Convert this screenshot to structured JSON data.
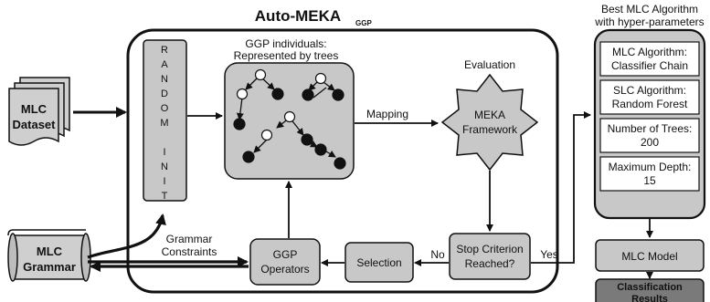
{
  "title": {
    "main": "Auto-MEKA",
    "subscript": "GGP"
  },
  "dataset": {
    "line1": "MLC",
    "line2": "Dataset"
  },
  "grammar": {
    "line1": "MLC",
    "line2": "Grammar"
  },
  "random_init": [
    "R",
    "A",
    "N",
    "D",
    "O",
    "M",
    "",
    "I",
    "N",
    "I",
    "T"
  ],
  "individuals": {
    "line1": "GGP individuals:",
    "line2": "Represented by trees"
  },
  "mapping_label": "Mapping",
  "evaluation_label": "Evaluation",
  "meka": {
    "line1": "MEKA",
    "line2": "Framework"
  },
  "stop": {
    "line1": "Stop Criterion",
    "line2": "Reached?"
  },
  "no_label": "No",
  "yes_label": "Yes",
  "selection": "Selection",
  "ggp_ops": {
    "line1": "GGP",
    "line2": "Operators"
  },
  "grammar_constraints": {
    "line1": "Grammar",
    "line2": "Constraints"
  },
  "best": {
    "line1": "Best MLC Algorithm",
    "line2": "with hyper-parameters",
    "items": [
      {
        "line1": "MLC Algorithm:",
        "line2": "Classifier Chain"
      },
      {
        "line1": "SLC Algorithm:",
        "line2": "Random Forest"
      },
      {
        "line1": "Number of Trees:",
        "line2": "200"
      },
      {
        "line1": "Maximum Depth:",
        "line2": "15"
      }
    ]
  },
  "mlc_model": "MLC Model",
  "classification": {
    "line1": "Classification",
    "line2": "Results"
  },
  "colors": {
    "box_fill": "#c8c8c8",
    "dark_fill": "#7a7a7a",
    "node_black": "#111111"
  }
}
